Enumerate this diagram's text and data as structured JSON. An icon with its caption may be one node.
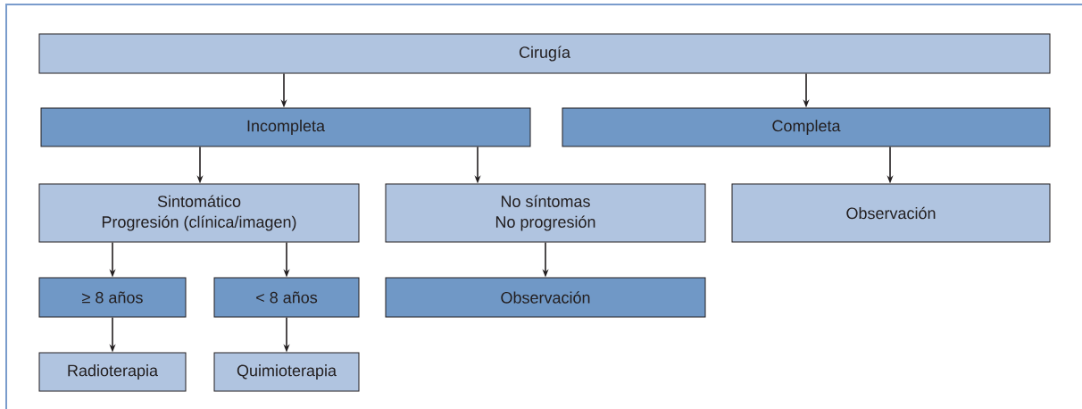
{
  "diagram": {
    "nodes": [
      {
        "text": [
          "Cirugía"
        ]
      },
      {
        "text": [
          "Incompleta"
        ]
      },
      {
        "text": [
          "Completa"
        ]
      },
      {
        "text": [
          "Sintomático",
          "Progresión (clínica/imagen)"
        ]
      },
      {
        "text": [
          "No síntomas",
          "No progresión"
        ]
      },
      {
        "text": [
          "Observación"
        ]
      },
      {
        "text": [
          "≥ 8 años"
        ]
      },
      {
        "text": [
          "< 8 años"
        ]
      },
      {
        "text": [
          "Observación"
        ]
      },
      {
        "text": [
          "Radioterapia"
        ]
      },
      {
        "text": [
          "Quimioterapia"
        ]
      }
    ],
    "edges": [
      {
        "from": 0,
        "to": 1,
        "arrow": "to"
      },
      {
        "from": 0,
        "to": 2,
        "arrow": "to"
      },
      {
        "from": 1,
        "to": 3,
        "arrow": "to"
      },
      {
        "from": 1,
        "to": 4,
        "arrow": "to"
      },
      {
        "from": 2,
        "to": 5,
        "arrow": "to"
      },
      {
        "from": 3,
        "to": 6,
        "arrow": "to"
      },
      {
        "from": 3,
        "to": 7,
        "arrow": "to"
      },
      {
        "from": 4,
        "to": 8,
        "arrow": "to"
      },
      {
        "from": 6,
        "to": 9,
        "arrow": "to"
      },
      {
        "from": 7,
        "to": 10,
        "arrow": "to"
      }
    ]
  }
}
